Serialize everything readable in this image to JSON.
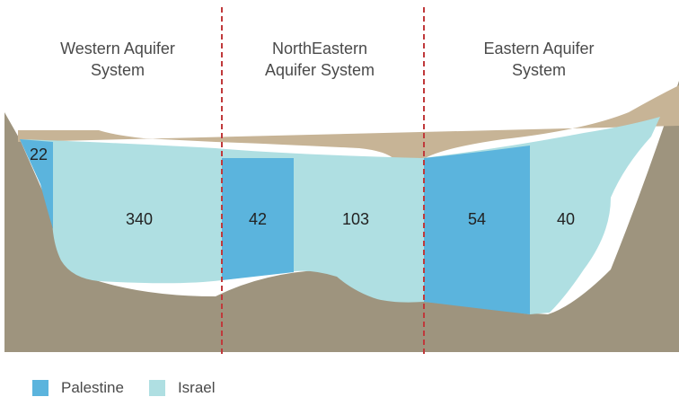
{
  "regions": [
    {
      "title_lines": [
        "Western Aquifer",
        "System"
      ]
    },
    {
      "title_lines": [
        "NorthEastern",
        "Aquifer System"
      ]
    },
    {
      "title_lines": [
        "Eastern Aquifer",
        "System"
      ]
    }
  ],
  "segments": [
    {
      "value": "22",
      "owner": "Palestine"
    },
    {
      "value": "340",
      "owner": "Israel"
    },
    {
      "value": "42",
      "owner": "Palestine"
    },
    {
      "value": "103",
      "owner": "Israel"
    },
    {
      "value": "54",
      "owner": "Palestine"
    },
    {
      "value": "40",
      "owner": "Israel"
    }
  ],
  "legend": [
    {
      "label": "Palestine",
      "color": "#5bb4dd"
    },
    {
      "label": "Israel",
      "color": "#afdfe2"
    }
  ],
  "colors": {
    "ground": "#9e947e",
    "surface": "#c7b496",
    "divider": "#c0393b"
  }
}
